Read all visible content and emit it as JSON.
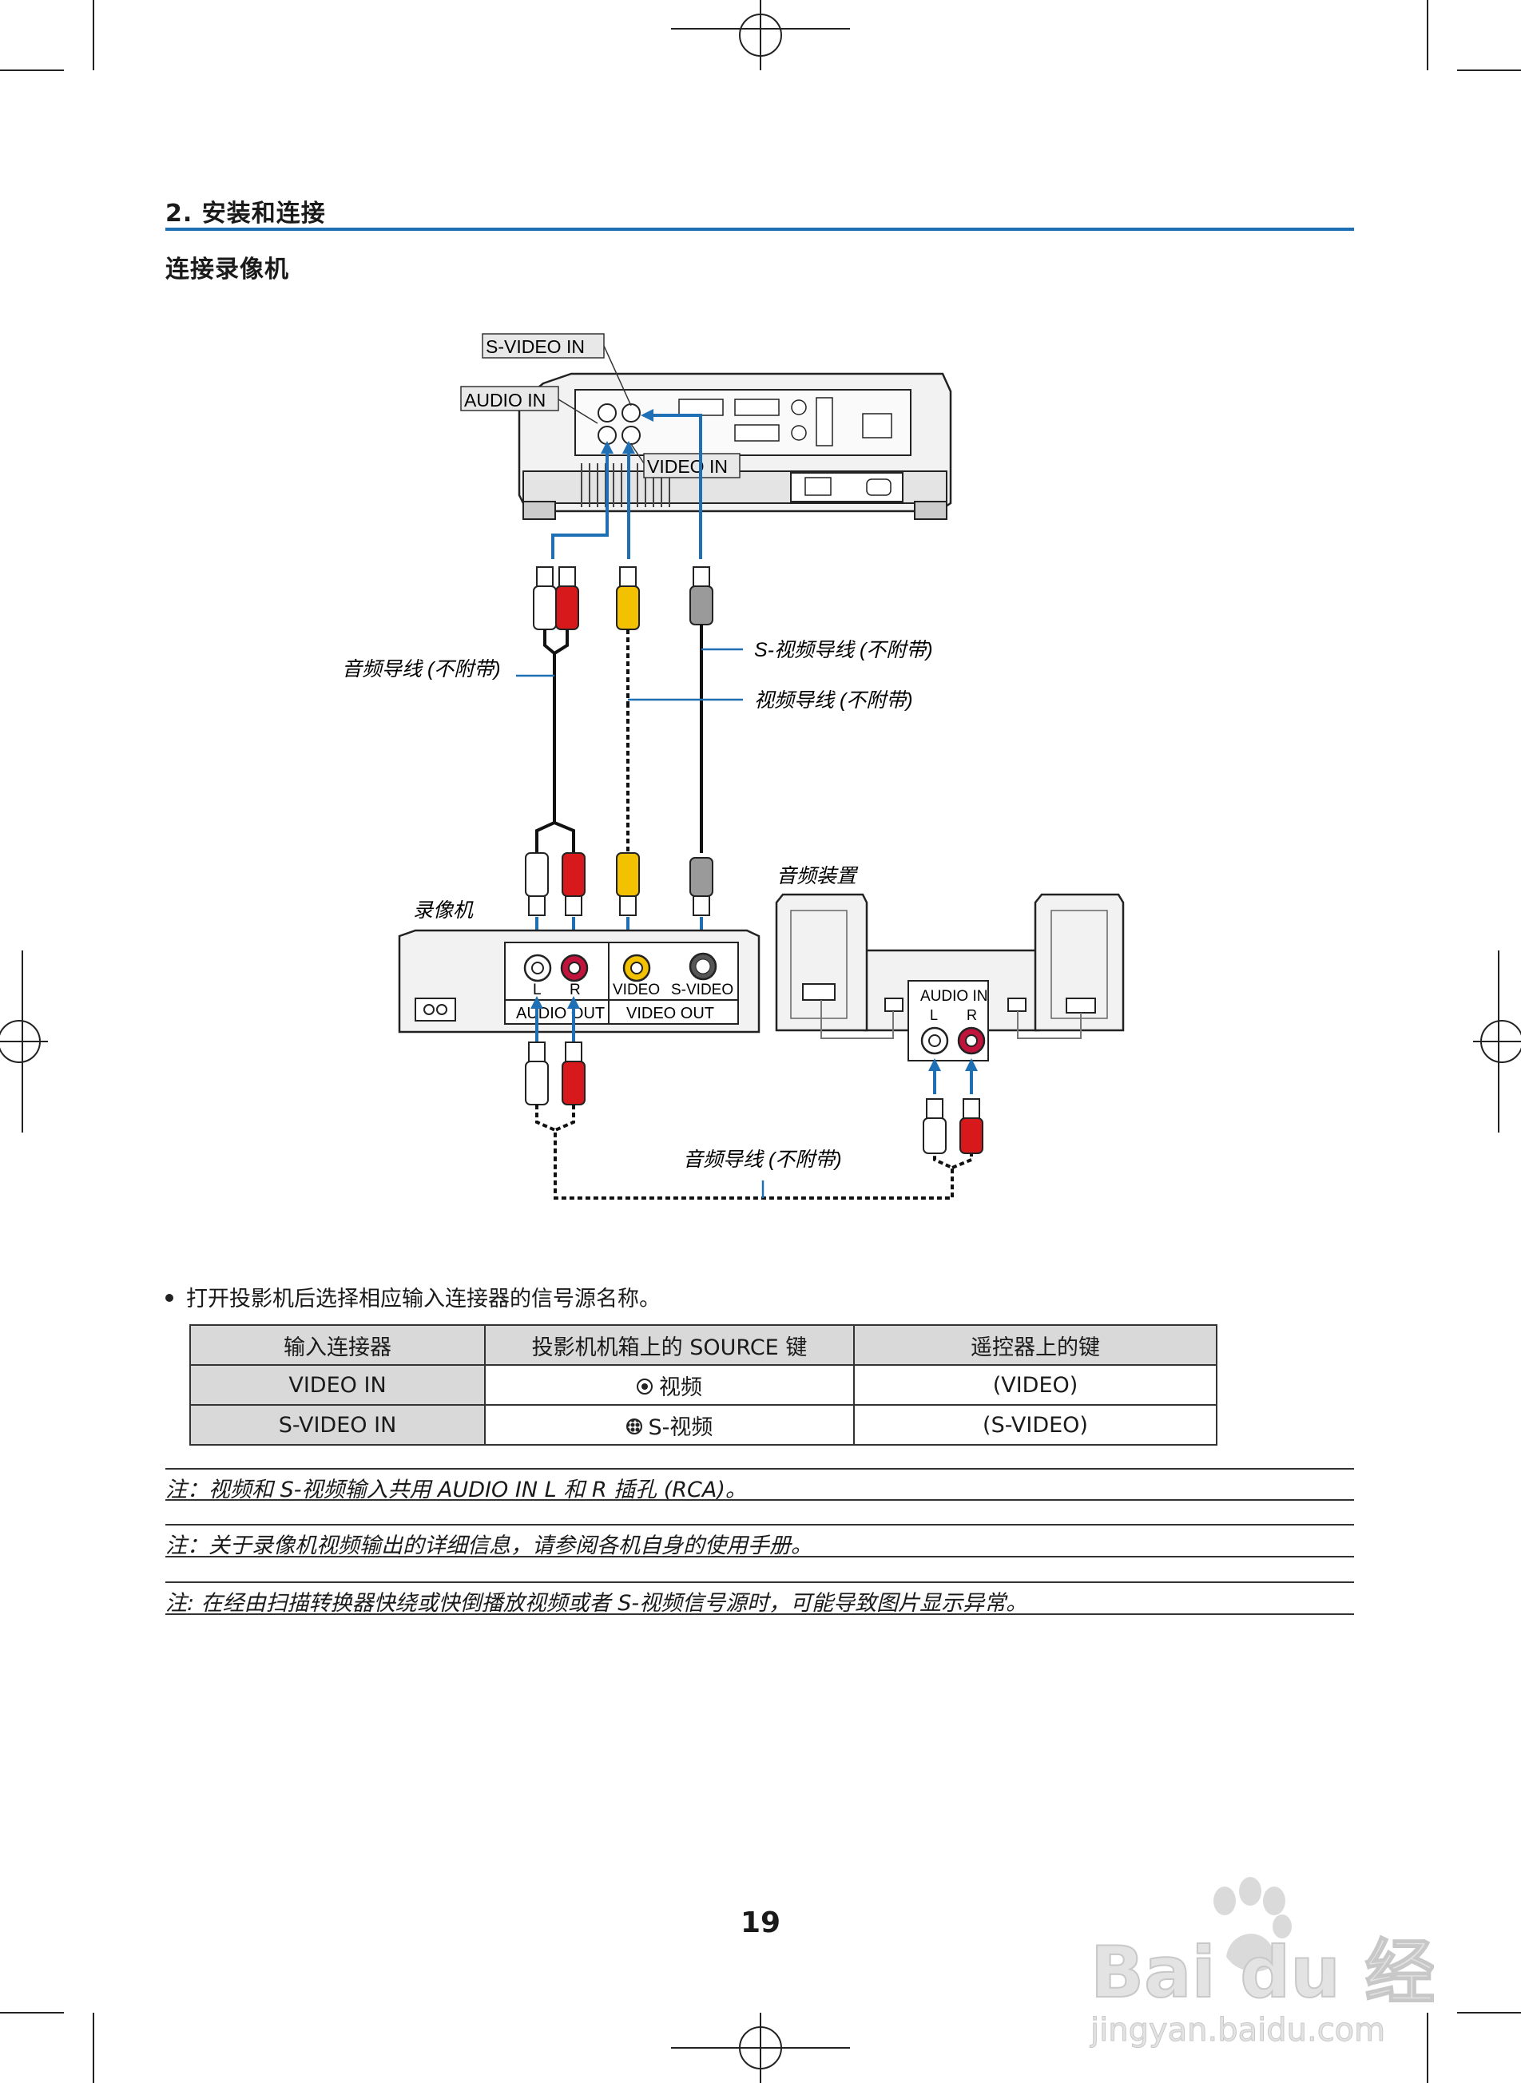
{
  "header": {
    "section_title": "2. 安装和连接",
    "subsection_title": "连接录像机"
  },
  "diagram": {
    "projector_labels": {
      "s_video_in": "S-VIDEO IN",
      "audio_in": "AUDIO IN",
      "video_in": "VIDEO IN"
    },
    "cable_labels": {
      "audio_cable_top": "音频导线 (不附带)",
      "s_video_cable": "S-视频导线 (不附带)",
      "video_cable": "视频导线 (不附带)",
      "audio_cable_bottom": "音频导线 (不附带)"
    },
    "vcr": {
      "title": "录像机",
      "jack_l": "L",
      "jack_r": "R",
      "jack_video": "VIDEO",
      "jack_svideo": "S-VIDEO",
      "audio_out": "AUDIO OUT",
      "video_out": "VIDEO OUT"
    },
    "audio_device": {
      "title": "音频装置",
      "audio_in": "AUDIO IN",
      "jack_l": "L",
      "jack_r": "R"
    },
    "colors": {
      "cable_blue": "#1f6fb5",
      "plug_red": "#d7191c",
      "plug_yellow": "#f2c200",
      "plug_gray": "#9a9a9a"
    }
  },
  "instruction": "打开投影机后选择相应输入连接器的信号源名称。",
  "table": {
    "headers": [
      "输入连接器",
      "投影机机箱上的 SOURCE 键",
      "遥控器上的键"
    ],
    "rows": [
      {
        "connector": "VIDEO IN",
        "icon": "video-icon",
        "cabinet_key": "视频",
        "remote_key": "(VIDEO)"
      },
      {
        "connector": "S-VIDEO IN",
        "icon": "s-video-icon",
        "cabinet_key": "S-视频",
        "remote_key": "(S-VIDEO)"
      }
    ]
  },
  "notes": [
    "注：视频和 S-视频输入共用 AUDIO IN L 和 R 插孔 (RCA)。",
    "注：关于录像机视频输出的详细信息，请参阅各机自身的使用手册。",
    "注: 在经由扫描转换器快绕或快倒播放视频或者 S-视频信号源时，可能导致图片显示异常。"
  ],
  "page_number": "19",
  "watermark": {
    "brand": "Bai du 经验",
    "url": "jingyan.baidu.com"
  }
}
